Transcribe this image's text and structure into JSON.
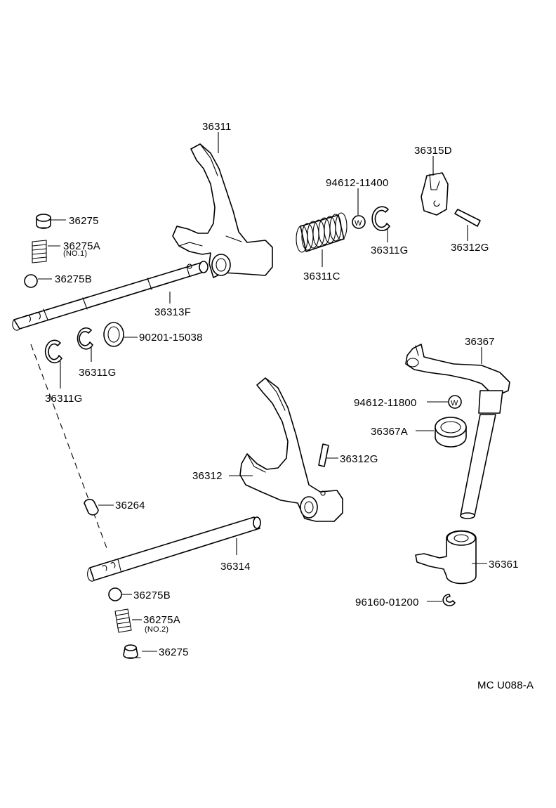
{
  "diagram": {
    "code": "MC U088-A",
    "labels": {
      "fork_upper": "36311",
      "lock_plate": "36315D",
      "washer_upper": "94612-11400",
      "bolt_upper": "36275",
      "spring_upper": "36275A",
      "spring_upper_note": "(NO.1)",
      "ball_upper": "36275B",
      "shaft_upper": "36313F",
      "ring_upper_right": "36311G",
      "pin_upper": "36312G",
      "spring_coil": "36311C",
      "washer_mid": "90201-15038",
      "ring_mid": "36311G",
      "ring_left": "36311G",
      "lever_upper": "36367",
      "washer_lever": "94612-11800",
      "seal": "36367A",
      "pin_lower": "36312G",
      "fork_lower": "36312",
      "interlock_pin": "36264",
      "shaft_lower": "36314",
      "lever_lower": "36361",
      "clip": "96160-01200",
      "ball_lower": "36275B",
      "spring_lower": "36275A",
      "spring_lower_note": "(NO.2)",
      "bolt_lower": "36275"
    }
  }
}
